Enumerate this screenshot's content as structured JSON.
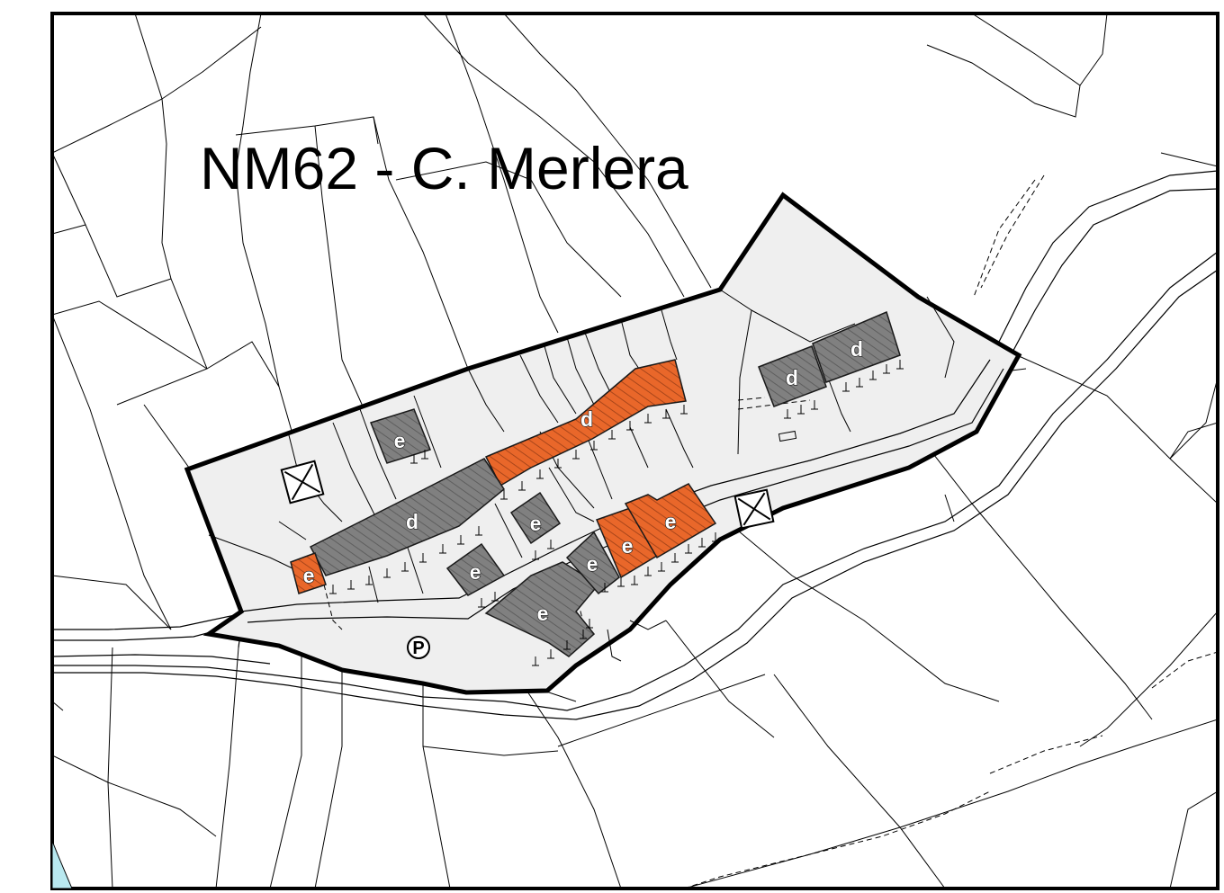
{
  "map": {
    "title": "NM62 - C. Merlera",
    "colors": {
      "zone_fill": "#efefef",
      "building_grey": "#808080",
      "building_orange": "#e9672a",
      "frame": "#000000",
      "water": "#b9e9f0"
    },
    "buildings": [
      {
        "label": "d",
        "color": "orange"
      },
      {
        "label": "d",
        "color": "grey"
      },
      {
        "label": "d",
        "color": "grey"
      },
      {
        "label": "d",
        "color": "grey"
      },
      {
        "label": "e",
        "color": "grey"
      },
      {
        "label": "e",
        "color": "grey"
      },
      {
        "label": "e",
        "color": "orange"
      },
      {
        "label": "e",
        "color": "grey"
      },
      {
        "label": "e",
        "color": "grey"
      },
      {
        "label": "e",
        "color": "orange"
      },
      {
        "label": "e",
        "color": "orange"
      },
      {
        "label": "e",
        "color": "grey"
      }
    ],
    "parking": {
      "label": "P",
      "icon": "parking-icon"
    },
    "markers": [
      {
        "icon": "crossed-box-icon"
      },
      {
        "icon": "crossed-box-icon"
      }
    ]
  }
}
